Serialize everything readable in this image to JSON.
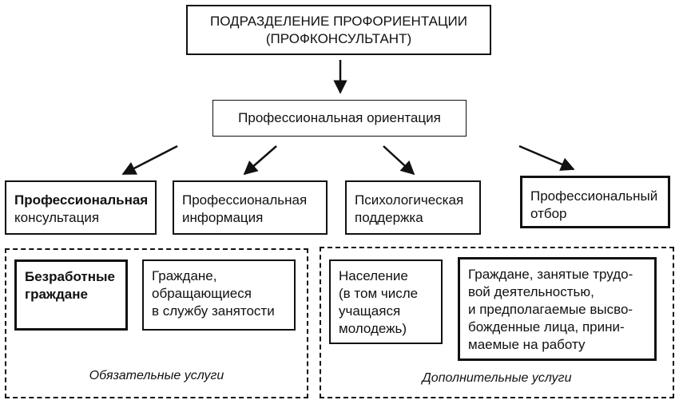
{
  "top": {
    "line1": "ПОДРАЗДЕЛЕНИЕ ПРОФОРИЕНТАЦИИ",
    "line2": "(ПРОФКОНСУЛЬТАНТ)"
  },
  "center": {
    "label": "Профессиональная ориентация"
  },
  "categories": [
    {
      "line1": "Профессиональная",
      "line2": "консультация"
    },
    {
      "line1": "Профессиональная",
      "line2": "информация"
    },
    {
      "line1": "Психологическая",
      "line2": "поддержка"
    },
    {
      "line1": "Профессиональный",
      "line2": "отбор"
    }
  ],
  "mandatory": {
    "caption": "Обязательные услуги",
    "items": [
      {
        "line1": "Безработные",
        "line2": "граждане"
      },
      {
        "line1": "Граждане,",
        "line2": "обращающиеся",
        "line3": "в службу занятости"
      }
    ]
  },
  "additional": {
    "caption": "Дополнительные услуги",
    "items": [
      {
        "line1": "Население",
        "line2": "(в том числе",
        "line3": "учащаяся",
        "line4": "молодежь)"
      },
      {
        "line1": "Граждане, занятые трудо-",
        "line2": "вой деятельностью,",
        "line3": "и предполагаемые высво-",
        "line4": "божденные лица, прини-",
        "line5": "маемые на работу"
      }
    ]
  }
}
